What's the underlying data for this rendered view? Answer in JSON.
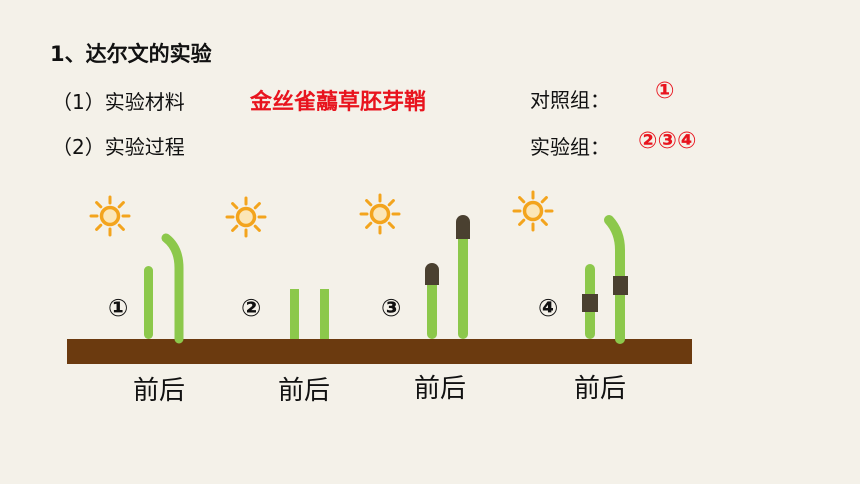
{
  "title": "1、达尔文的实验",
  "steps": [
    "（1）实验材料",
    "（2）实验过程"
  ],
  "material": "金丝雀虉草胚芽鞘",
  "control_group": {
    "label": "对照组：",
    "value": "①"
  },
  "experiment_group": {
    "label": "实验组：",
    "value": "②③④"
  },
  "setups": [
    {
      "number": "①",
      "caption": "前后"
    },
    {
      "number": "②",
      "caption": "前后"
    },
    {
      "number": "③",
      "caption": "前后"
    },
    {
      "number": "④",
      "caption": "前后"
    }
  ],
  "icons": [
    "sun-icon"
  ],
  "colors": {
    "accent": "#e8141e",
    "stem": "#8cc84b",
    "soil": "#6b3a0f",
    "cap": "#4a4030",
    "sun": "#f3a41d"
  }
}
